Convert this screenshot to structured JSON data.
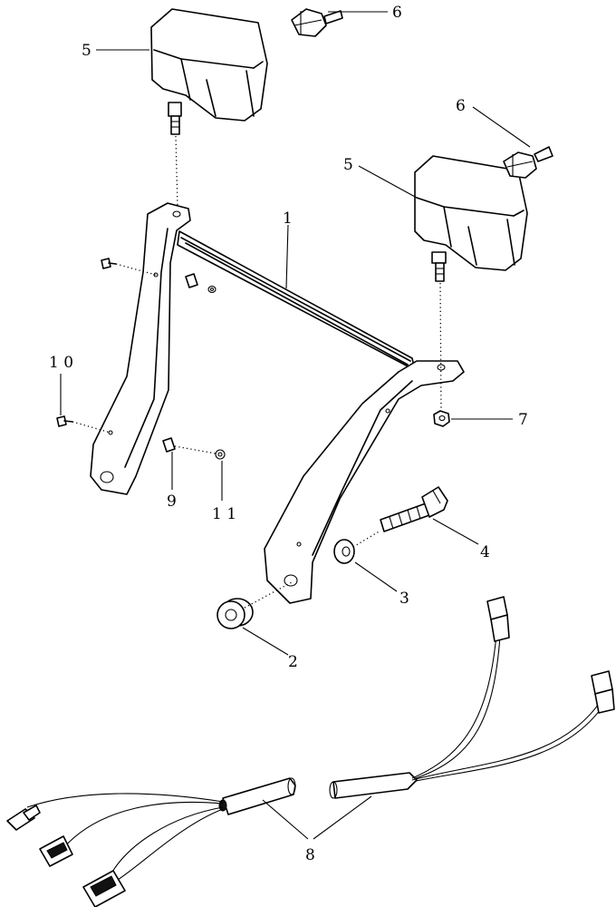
{
  "callouts": {
    "frame": "1",
    "spacer": "2",
    "washer": "3",
    "bolt": "4",
    "lamp_left": "5",
    "lamp_right": "5",
    "bulb_left": "6",
    "bulb_right": "6",
    "nut": "7",
    "harness": "8",
    "clip": "9",
    "screw": "1 0",
    "small_washer": "1 1"
  }
}
